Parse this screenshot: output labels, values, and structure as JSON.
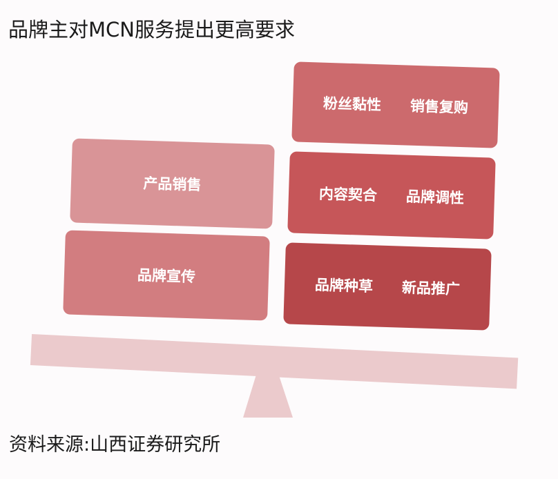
{
  "title": "品牌主对MCN服务提出更高要求",
  "source": "资料来源:山西证券研究所",
  "colors": {
    "left_top": "#d99497",
    "left_bottom": "#d27d80",
    "right_top": "#cc6a6d",
    "right_middle": "#c65659",
    "right_bottom": "#b6474a",
    "beam": "#ebcacc"
  },
  "left_stack": {
    "boxes": [
      {
        "labels": [
          "产品销售"
        ]
      },
      {
        "labels": [
          "品牌宣传"
        ]
      }
    ]
  },
  "right_stack": {
    "boxes": [
      {
        "labels": [
          "粉丝黏性",
          "销售复购"
        ]
      },
      {
        "labels": [
          "内容契合",
          "品牌调性"
        ]
      },
      {
        "labels": [
          "品牌种草",
          "新品推广"
        ]
      }
    ]
  }
}
